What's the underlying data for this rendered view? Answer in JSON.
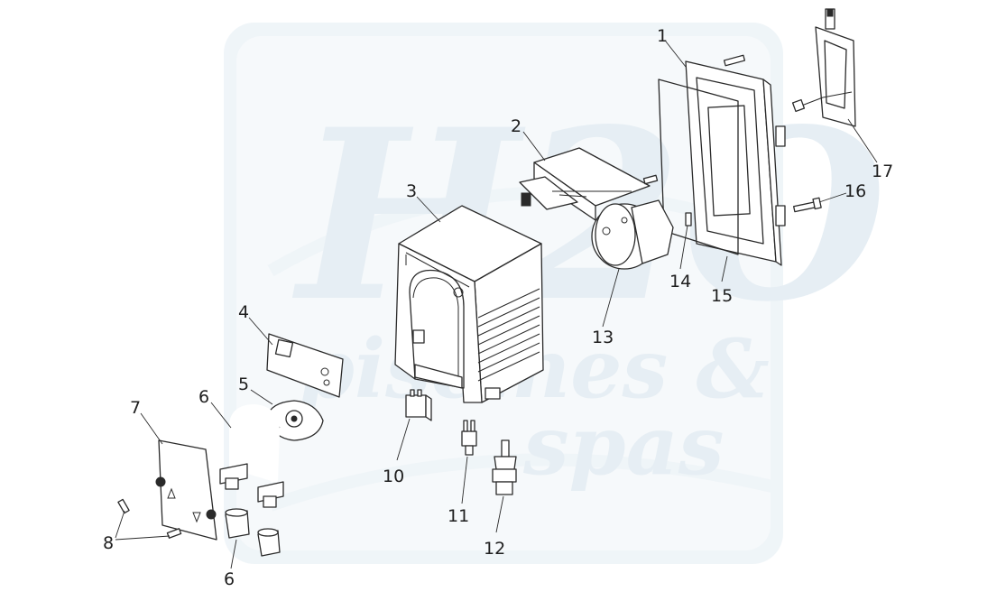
{
  "watermark": {
    "logo_letters": "H2O",
    "line1": "piscines &",
    "line2": "spas",
    "color": "#e8f0f5"
  },
  "colors": {
    "line": "#2a2a2a",
    "background": "#ffffff"
  },
  "callouts": [
    {
      "id": "c1",
      "label": "1"
    },
    {
      "id": "c2",
      "label": "2"
    },
    {
      "id": "c3",
      "label": "3"
    },
    {
      "id": "c4",
      "label": "4"
    },
    {
      "id": "c5",
      "label": "5"
    },
    {
      "id": "c6a",
      "label": "6"
    },
    {
      "id": "c6b",
      "label": "6"
    },
    {
      "id": "c7",
      "label": "7"
    },
    {
      "id": "c8",
      "label": "8"
    },
    {
      "id": "c10",
      "label": "10"
    },
    {
      "id": "c11",
      "label": "11"
    },
    {
      "id": "c12",
      "label": "12"
    },
    {
      "id": "c13",
      "label": "13"
    },
    {
      "id": "c14",
      "label": "14"
    },
    {
      "id": "c15",
      "label": "15"
    },
    {
      "id": "c16",
      "label": "16"
    },
    {
      "id": "c17",
      "label": "17"
    }
  ]
}
